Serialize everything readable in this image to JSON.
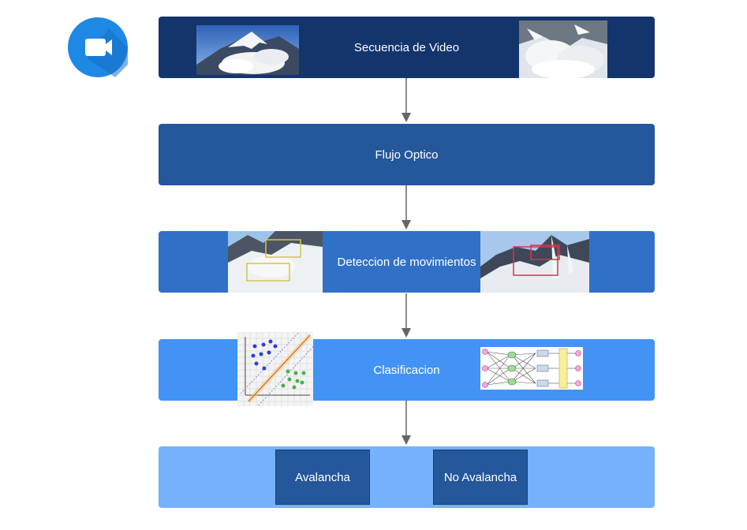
{
  "stages": {
    "video_sequence": "Secuencia de Video",
    "optical_flow": "Flujo Optico",
    "motion_detection": "Deteccion de movimientos",
    "classification": "Clasificacion"
  },
  "outcomes": {
    "avalanche": "Avalancha",
    "no_avalanche": "No Avalancha"
  },
  "colors": {
    "stage1": "#14356b",
    "stage2": "#25579b",
    "stage3": "#3071c7",
    "stage4": "#4393f5",
    "stage5": "#76b1fb",
    "arrow": "#666666",
    "camera_icon": "#1e88e5"
  },
  "icons": [
    "video-camera-icon",
    "arrow-down-icon"
  ]
}
